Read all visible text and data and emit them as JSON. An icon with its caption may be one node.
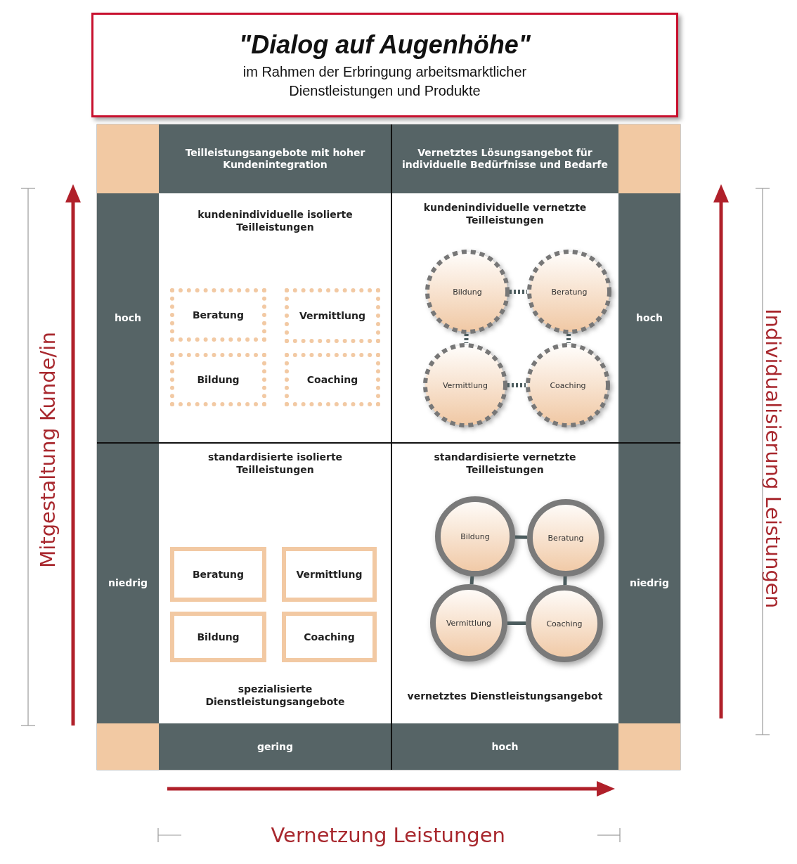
{
  "diagram": {
    "nodes": [
      {
        "text": [
          "\"Dialog auf Augenhöhe\"",
          "im Rahmen der Erbringung arbeitsmarktlicher Dienstleistungen und Produkte"
        ]
      },
      {
        "text": [
          "Teilleistungsangebote mit hoher Kundenintegration"
        ]
      },
      {
        "text": [
          "Vernetztes Lösungsangebot für individuelle Bedürfnisse und Bedarfe"
        ]
      },
      {
        "text": [
          "hoch"
        ]
      },
      {
        "text": [
          "hoch"
        ]
      },
      {
        "text": [
          "niedrig"
        ]
      },
      {
        "text": [
          "niedrig"
        ]
      },
      {
        "text": [
          "gering"
        ]
      },
      {
        "text": [
          "hoch"
        ]
      },
      {
        "text": [
          "kundenindividuelle isolierte Teilleistungen"
        ]
      },
      {
        "text": [
          "Beratung"
        ],
        "in": 9
      },
      {
        "text": [
          "Vermittlung"
        ],
        "in": 9
      },
      {
        "text": [
          "Bildung"
        ],
        "in": 9
      },
      {
        "text": [
          "Coaching"
        ],
        "in": 9
      },
      {
        "text": [
          "kundenindividuelle vernetzte Teilleistungen"
        ]
      },
      {
        "text": [
          "Bildung"
        ],
        "in": 14
      },
      {
        "text": [
          "Beratung"
        ],
        "in": 14
      },
      {
        "text": [
          "Vermittlung"
        ],
        "in": 14
      },
      {
        "text": [
          "Coaching"
        ],
        "in": 14
      },
      {
        "text": [
          "standardisierte isolierte Teilleistungen",
          "spezialisierte Dienstleistungsangebote"
        ]
      },
      {
        "text": [
          "Beratung"
        ],
        "in": 19
      },
      {
        "text": [
          "Vermittlung"
        ],
        "in": 19
      },
      {
        "text": [
          "Bildung"
        ],
        "in": 19
      },
      {
        "text": [
          "Coaching"
        ],
        "in": 19
      },
      {
        "text": [
          "standardisierte vernetzte Teilleistungen",
          "vernetztes Dienstleistungsangebot"
        ]
      },
      {
        "text": [
          "Bildung"
        ],
        "in": 24
      },
      {
        "text": [
          "Beratung"
        ],
        "in": 24
      },
      {
        "text": [
          "Vermittlung"
        ],
        "in": 24
      },
      {
        "text": [
          "Coaching"
        ],
        "in": 24
      }
    ],
    "edges": [
      {
        "from": 15,
        "to": 16,
        "arrow": "none",
        "style": "dashed"
      },
      {
        "from": 16,
        "to": 18,
        "arrow": "none",
        "style": "dashed"
      },
      {
        "from": 15,
        "to": 17,
        "arrow": "none",
        "style": "dashed"
      },
      {
        "from": 17,
        "to": 18,
        "arrow": "none",
        "style": "dashed"
      },
      {
        "from": 25,
        "to": 26,
        "arrow": "none"
      },
      {
        "from": 26,
        "to": 28,
        "arrow": "none"
      },
      {
        "from": 25,
        "to": 27,
        "arrow": "none"
      },
      {
        "from": 27,
        "to": 28,
        "arrow": "none"
      }
    ],
    "labels": [
      "Mitgestaltung Kunde/in",
      "Individualisierung Leistungen",
      "Vernetzung Leistungen"
    ]
  }
}
